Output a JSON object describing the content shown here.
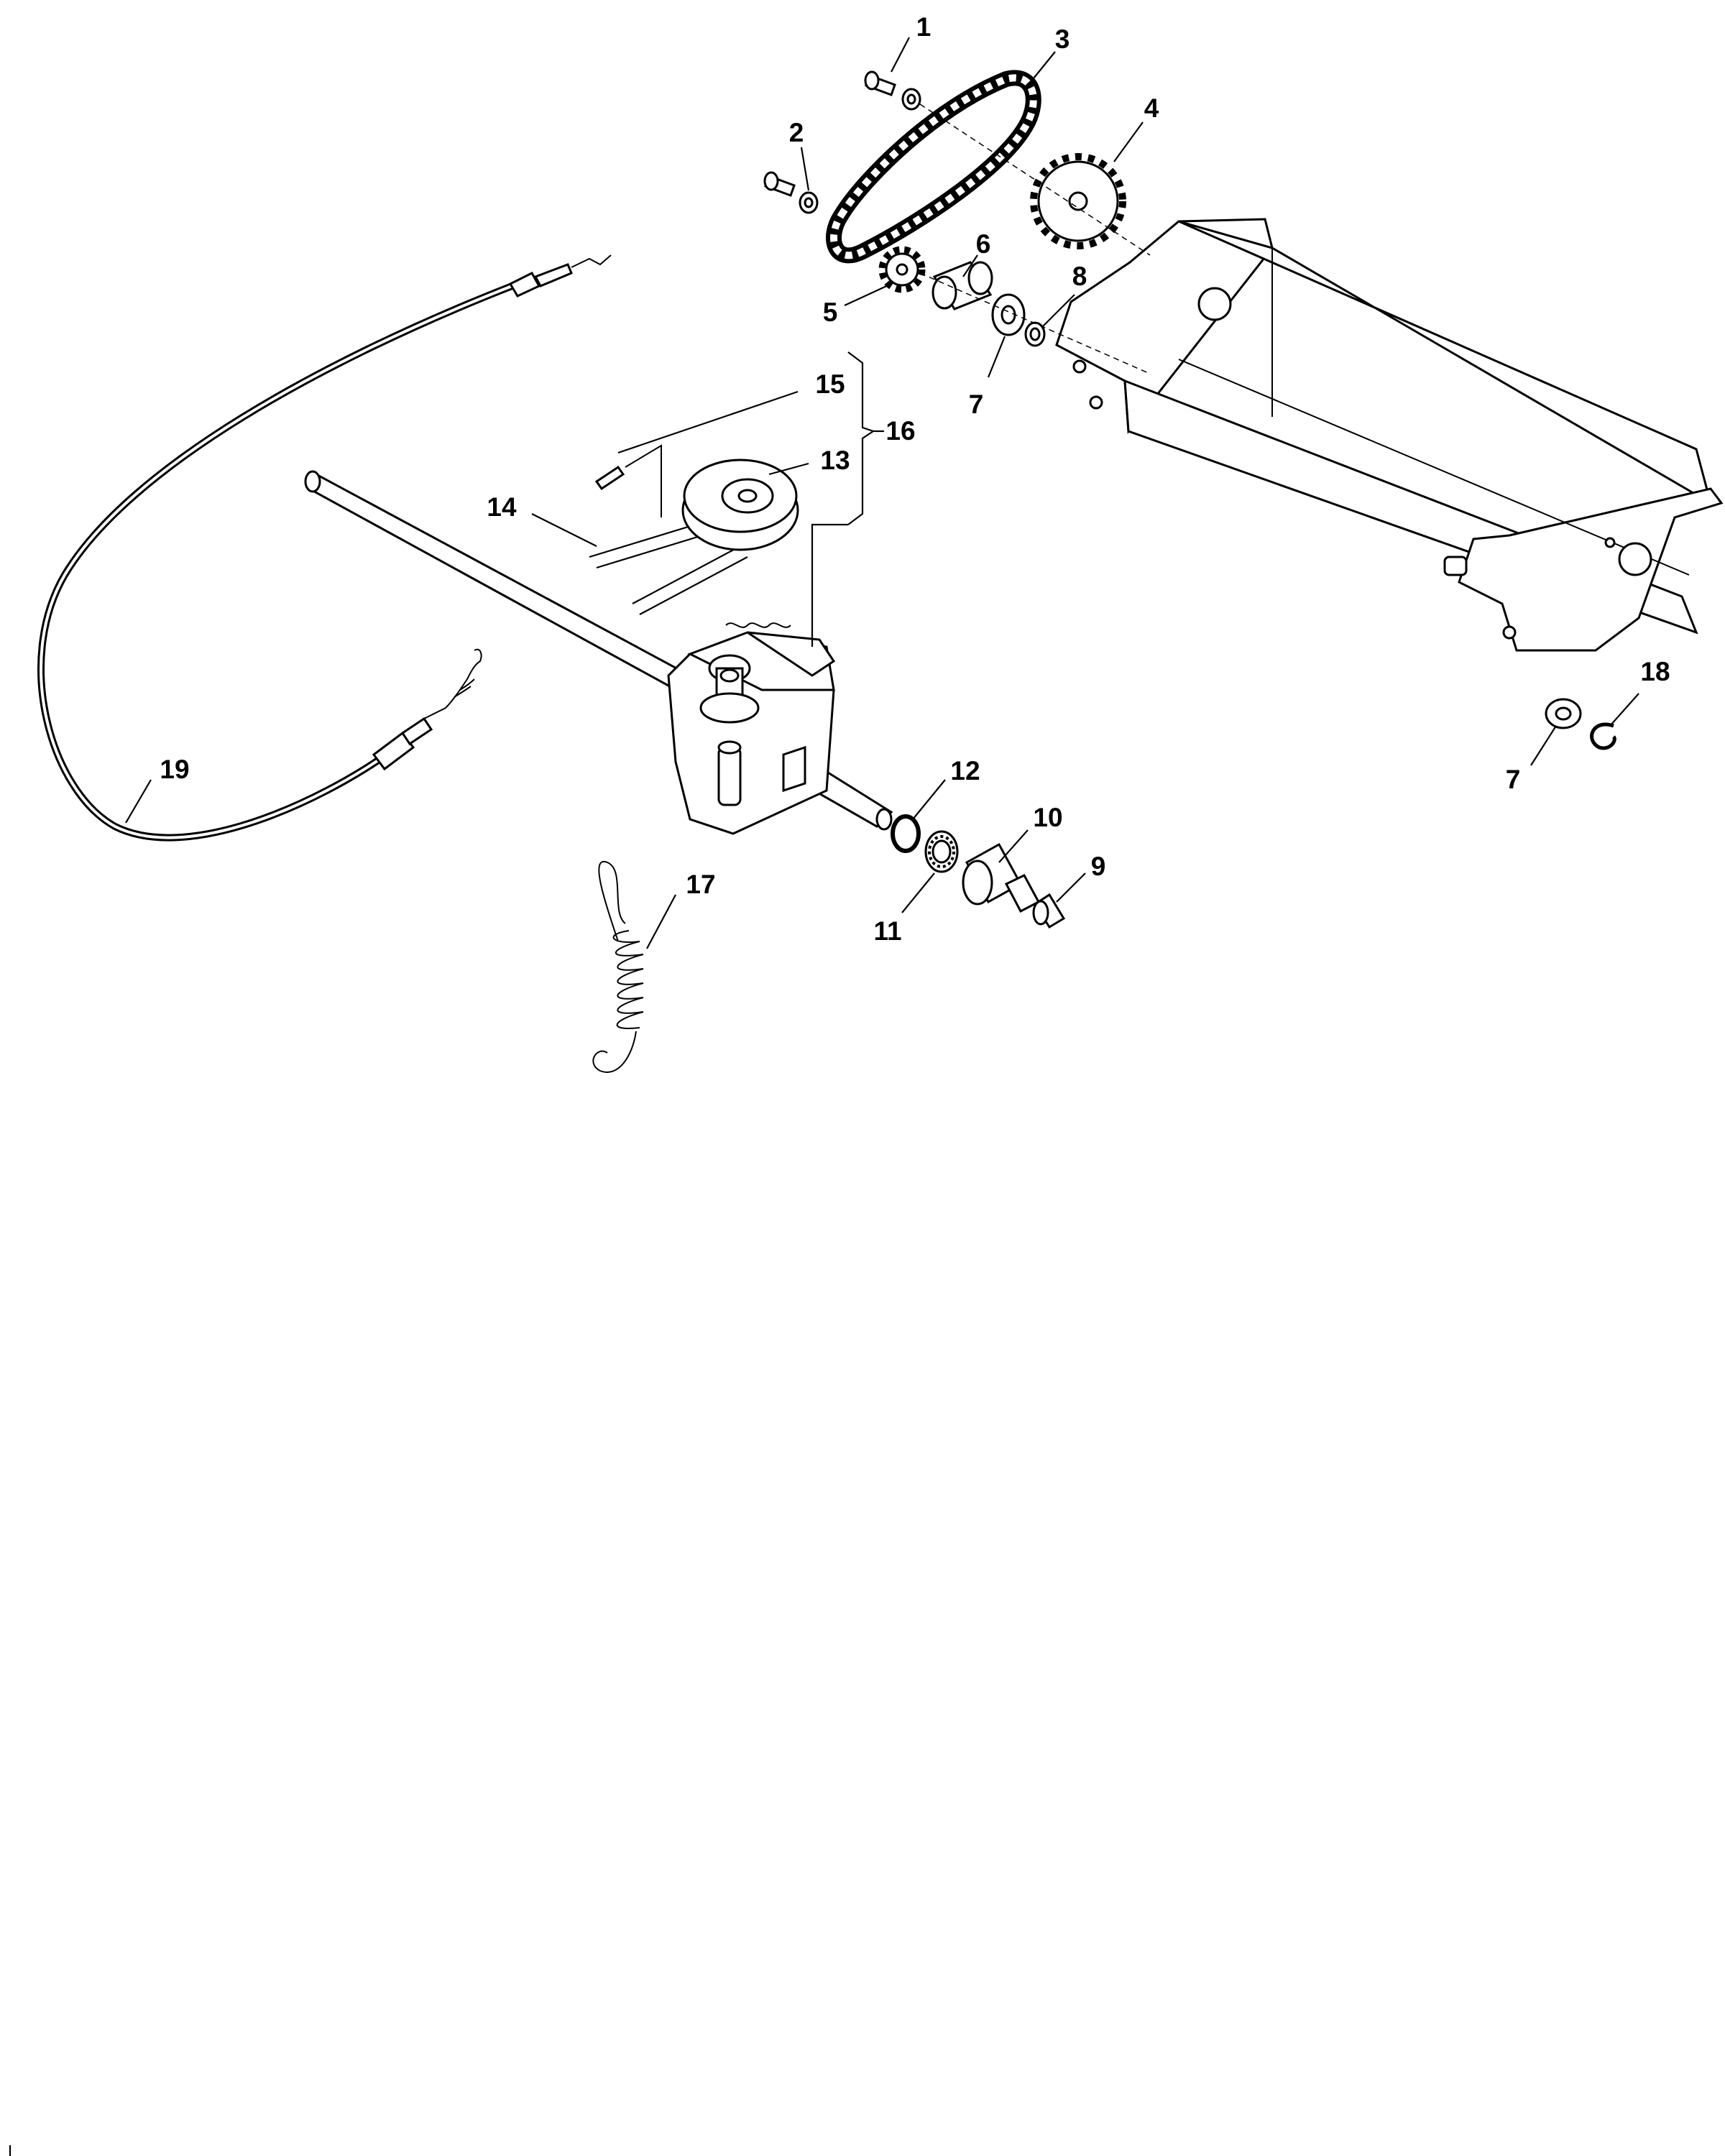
{
  "diagram": {
    "callouts": [
      {
        "id": "1",
        "text": "1"
      },
      {
        "id": "2",
        "text": "2"
      },
      {
        "id": "3",
        "text": "3"
      },
      {
        "id": "4",
        "text": "4"
      },
      {
        "id": "5",
        "text": "5"
      },
      {
        "id": "6",
        "text": "6"
      },
      {
        "id": "7a",
        "text": "7"
      },
      {
        "id": "7b",
        "text": "7"
      },
      {
        "id": "8",
        "text": "8"
      },
      {
        "id": "9",
        "text": "9"
      },
      {
        "id": "10",
        "text": "10"
      },
      {
        "id": "11",
        "text": "11"
      },
      {
        "id": "12",
        "text": "12"
      },
      {
        "id": "13",
        "text": "13"
      },
      {
        "id": "14",
        "text": "14"
      },
      {
        "id": "15",
        "text": "15"
      },
      {
        "id": "16",
        "text": "16"
      },
      {
        "id": "17",
        "text": "17"
      },
      {
        "id": "18",
        "text": "18"
      },
      {
        "id": "19",
        "text": "19"
      }
    ],
    "parts": [
      {
        "ref": "1",
        "icon": "screw-icon"
      },
      {
        "ref": "2",
        "icon": "screw-icon"
      },
      {
        "ref": "3",
        "icon": "chain-icon"
      },
      {
        "ref": "4",
        "icon": "sprocket-icon"
      },
      {
        "ref": "5",
        "icon": "sprocket-icon"
      },
      {
        "ref": "6",
        "icon": "bushing-icon"
      },
      {
        "ref": "7",
        "icon": "washer-icon"
      },
      {
        "ref": "8",
        "icon": "washer-icon"
      },
      {
        "ref": "9",
        "icon": "bushing-icon"
      },
      {
        "ref": "10",
        "icon": "pinion-icon"
      },
      {
        "ref": "11",
        "icon": "bearing-icon"
      },
      {
        "ref": "12",
        "icon": "circlip-icon"
      },
      {
        "ref": "13",
        "icon": "pulley-icon"
      },
      {
        "ref": "14",
        "icon": "belt-icon"
      },
      {
        "ref": "15",
        "icon": "pin-icon"
      },
      {
        "ref": "16",
        "icon": "gearbox-icon"
      },
      {
        "ref": "17",
        "icon": "spring-icon"
      },
      {
        "ref": "18",
        "icon": "circlip-icon"
      },
      {
        "ref": "19",
        "icon": "cable-icon"
      }
    ],
    "colors": {
      "line": "#000000",
      "fill": "#ffffff",
      "shade": "#d9d9d9"
    }
  }
}
